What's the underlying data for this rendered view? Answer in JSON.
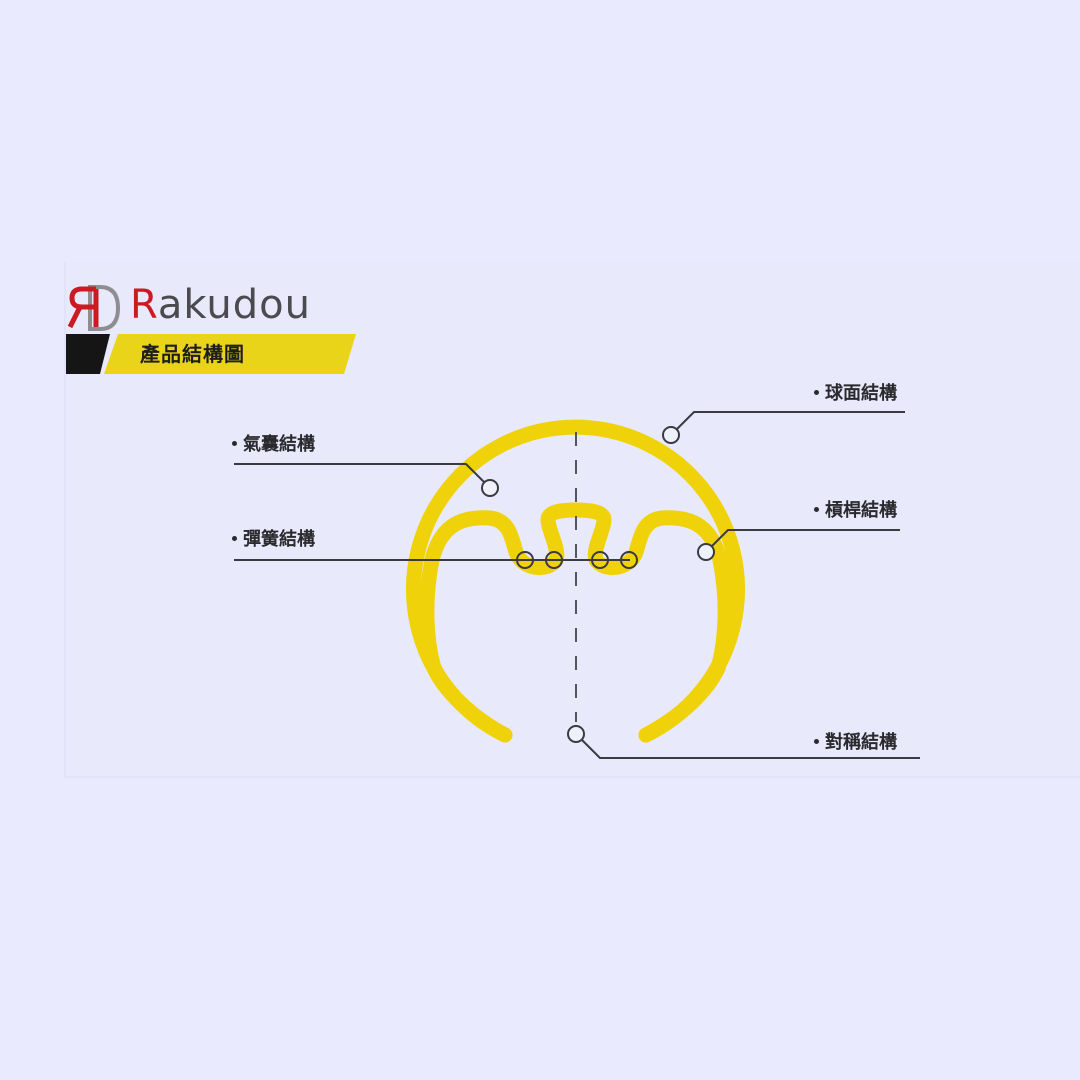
{
  "brand": {
    "logo_mark": "RD",
    "name_initial": "R",
    "name_rest": "akudou"
  },
  "banner": {
    "title": "產品結構圖"
  },
  "colors": {
    "background": "#e9eafd",
    "structure_yellow": "#f0d20a",
    "banner_yellow": "#ead41a",
    "brand_red": "#cc1a22",
    "line_dark": "#3a3a40"
  },
  "callouts": [
    {
      "id": "airbag",
      "label": "氣囊結構",
      "side": "left"
    },
    {
      "id": "spring",
      "label": "彈簧結構",
      "side": "left"
    },
    {
      "id": "spherical",
      "label": "球面結構",
      "side": "right"
    },
    {
      "id": "lever",
      "label": "槓桿結構",
      "side": "right"
    },
    {
      "id": "symmetric",
      "label": "對稱結構",
      "side": "right"
    }
  ]
}
